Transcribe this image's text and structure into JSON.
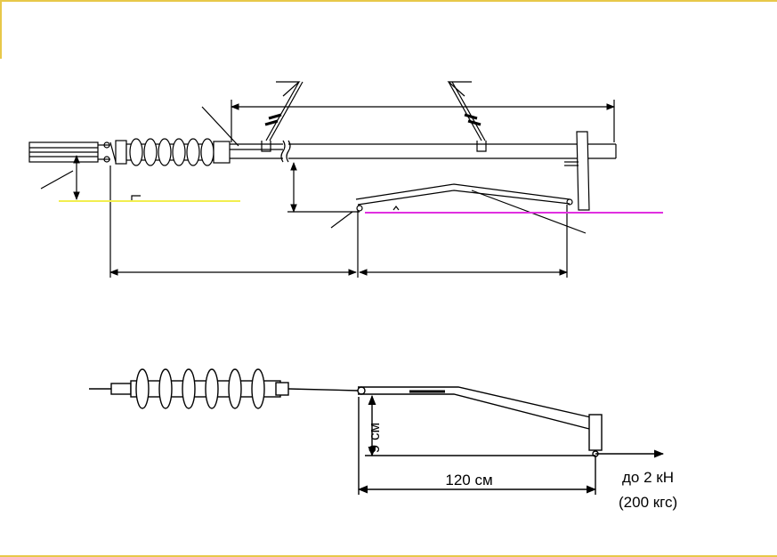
{
  "bottom_diagram": {
    "vertical_dimension": "9 см",
    "horizontal_dimension": "120 см",
    "load_label": "до 2 кН",
    "load_label_alt": "(200 кгс)"
  },
  "colors": {
    "frame": "#e8c84a",
    "yellow_level_line": "#f2ee4e",
    "magenta_level_line": "#e030e0",
    "drawing": "#000000"
  }
}
